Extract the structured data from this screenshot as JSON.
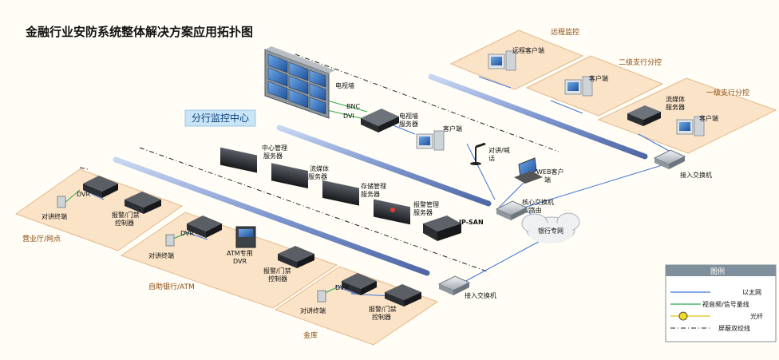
{
  "title": "金融行业安防系统整体解决方案应用拓扑图",
  "center_label": "分行监控中心",
  "zones": {
    "remote": "远程监控",
    "second_branch": "二级支行分控",
    "first_branch": "一级支行分控",
    "business_hall": "营业厅/网点",
    "self_bank": "自助银行/ATM",
    "vault": "金库"
  },
  "devices": {
    "tv_wall": "电视墙",
    "bnc": "BNC",
    "dvi": "DVI",
    "tv_wall_server": [
      "电视墙",
      "服务器"
    ],
    "center_mgmt_server": [
      "中心管理",
      "服务器"
    ],
    "stream_server_center": [
      "流媒体",
      "服务器"
    ],
    "storage_mgmt_server": [
      "存储管理",
      "服务器"
    ],
    "alarm_mgmt_server": [
      "报警管理",
      "服务器"
    ],
    "ip_san": "IP-SAN",
    "client_center": "客户端",
    "intercom": [
      "对讲/喊",
      "话"
    ],
    "web_client": [
      "WEB客户",
      "端"
    ],
    "core_switch": [
      "核心交换机",
      "/路由"
    ],
    "bank_network": "银行专网",
    "access_switch_top": "接入交换机",
    "access_switch_bottom": "接入交换机",
    "remote_client": "远程客户端",
    "client_second": "客户端",
    "stream_server_first": [
      "流媒体",
      "服务器"
    ],
    "client_first": "客户端",
    "dvr_hall": "DVR",
    "intercom_hall": "对讲终端",
    "alarm_hall": [
      "报警/门禁",
      "控制器"
    ],
    "dvr_atm": "DVR",
    "intercom_atm": "对讲终端",
    "atm_dvr": [
      "ATM专用",
      "DVR"
    ],
    "alarm_atm": [
      "报警/门禁",
      "控制器"
    ],
    "dvr_vault": "DVR",
    "intercom_vault": "对讲终端",
    "alarm_vault": [
      "报警/门禁",
      "控制器"
    ]
  },
  "legend": {
    "title": "图例",
    "items": [
      "以太网",
      "视音频/信号量线",
      "光纤",
      "屏蔽双绞线"
    ]
  },
  "colors": {
    "zone_fill": "#fbe3c8",
    "zone_stroke": "#e2b88a",
    "ethernet": "#3b74d6",
    "signal": "#2aa84a",
    "fiber": "#d9c21a",
    "legend_head": "#7f8f9b",
    "center_label_bg": "#c8e4f6"
  }
}
